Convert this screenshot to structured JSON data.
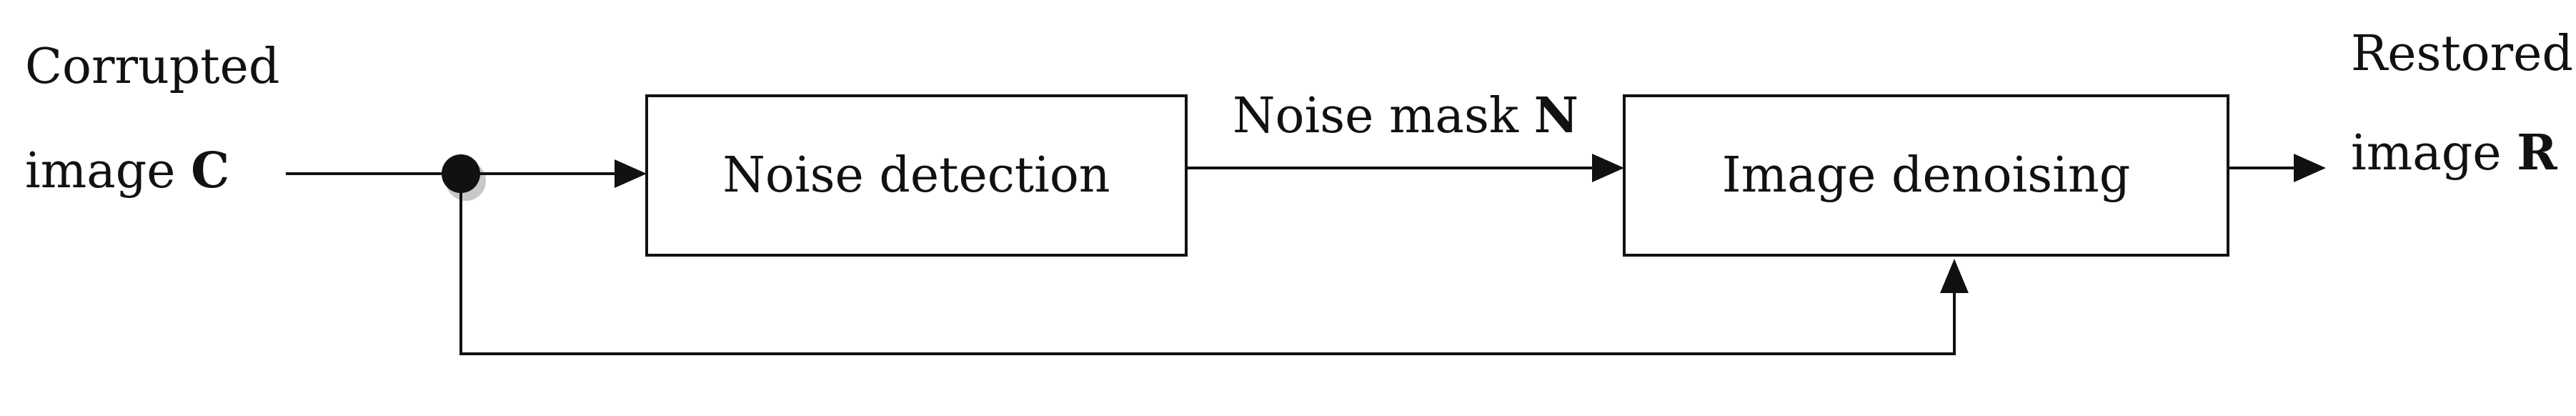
{
  "input": {
    "line1": "Corrupted",
    "line2_prefix": "image ",
    "symbol": "C"
  },
  "blocks": {
    "noise_detection": "Noise detection",
    "image_denoising": "Image denoising"
  },
  "edge_label": {
    "prefix": "Noise mask ",
    "symbol": "N"
  },
  "output": {
    "line1": "Restored",
    "line2_prefix": "image ",
    "symbol": "R"
  }
}
